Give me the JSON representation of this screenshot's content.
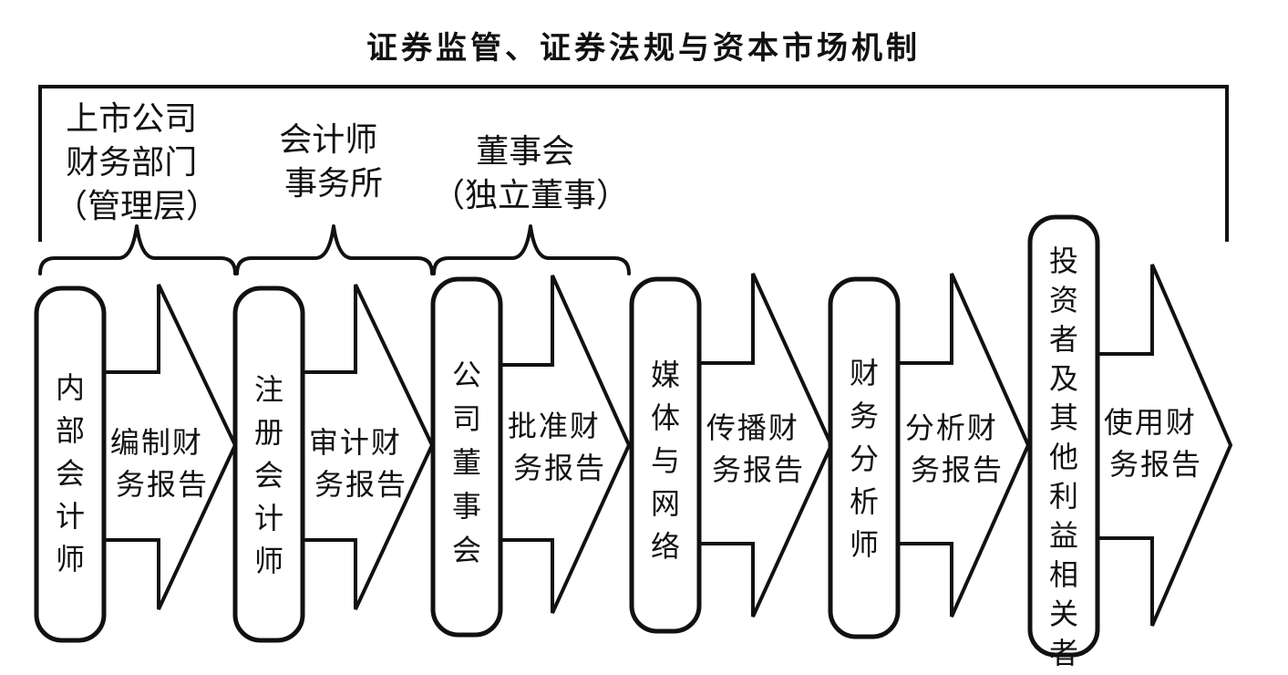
{
  "title": "证券监管、证券法规与资本市场机制",
  "groups": [
    {
      "lines": [
        "上市公司",
        "财务部门",
        "（管理层）"
      ]
    },
    {
      "lines": [
        "会计师",
        "事务所"
      ]
    },
    {
      "lines": [
        "董事会",
        "（独立董事）"
      ]
    }
  ],
  "actors": [
    {
      "label": "内部会计师"
    },
    {
      "label": "注册会计师"
    },
    {
      "label": "公司董事会"
    },
    {
      "label": "媒体与网络"
    },
    {
      "label": "财务分析师"
    },
    {
      "label": "投资者及其他利益相关者"
    }
  ],
  "actions": [
    {
      "lines": [
        "编制财",
        "务报告"
      ]
    },
    {
      "lines": [
        "审计财",
        "务报告"
      ]
    },
    {
      "lines": [
        "批准财",
        "务报告"
      ]
    },
    {
      "lines": [
        "传播财",
        "务报告"
      ]
    },
    {
      "lines": [
        "分析财",
        "务报告"
      ]
    },
    {
      "lines": [
        "使用财",
        "务报告"
      ]
    }
  ]
}
